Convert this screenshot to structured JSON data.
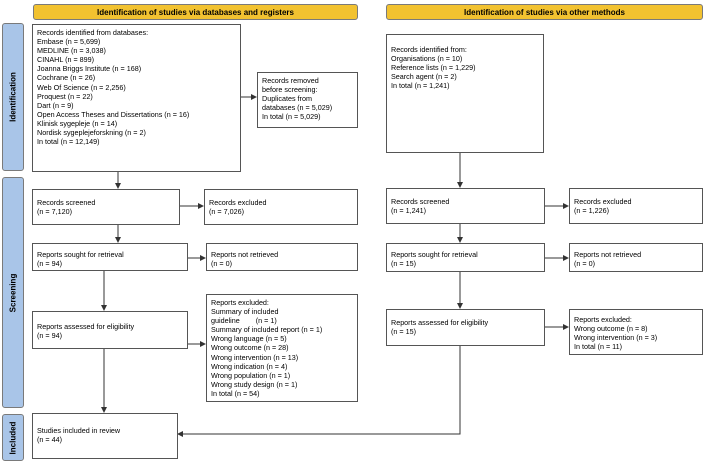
{
  "headers": {
    "left": "Identification of studies via databases and registers",
    "right": "Identification of studies via other methods"
  },
  "phases": {
    "identification": "Identification",
    "screening": "Screening",
    "included": "Included"
  },
  "left": {
    "identified": {
      "title": "Records identified from databases:",
      "lines": [
        "Embase (n = 5,699)",
        "MEDLINE (n = 3,038)",
        "CINAHL (n = 899)",
        "Joanna Briggs Institute (n = 168)",
        "Cochrane (n = 26)",
        "Web Of Science (n = 2,256)",
        "Proquest (n = 22)",
        "Dart (n = 9)",
        "Open Access Theses and Dissertations (n = 16)",
        "Klinisk sygepleje (n = 14)",
        "Nordisk sygeplejeforskning (n = 2)",
        "In total (n = 12,149)"
      ]
    },
    "removed": {
      "lines": [
        "Records removed",
        "before screening:",
        "Duplicates from",
        "databases (n = 5,029)",
        "In total (n = 5,029)"
      ]
    },
    "screened": {
      "lines": [
        "Records screened",
        "(n = 7,120)"
      ]
    },
    "excluded": {
      "lines": [
        "Records excluded",
        "(n = 7,026)"
      ]
    },
    "sought": {
      "lines": [
        "Reports sought for retrieval",
        "(n = 94)"
      ]
    },
    "not_retrieved": {
      "lines": [
        "Reports not retrieved",
        "(n = 0)"
      ]
    },
    "assessed": {
      "lines": [
        "Reports assessed for eligibility",
        "(n = 94)"
      ]
    },
    "reports_excluded": {
      "lines": [
        "Reports excluded:",
        "Summary of included",
        "guideline        (n = 1)",
        "Summary of included report (n = 1)",
        "Wrong language (n = 5)",
        "Wrong outcome (n = 28)",
        "Wrong intervention (n = 13)",
        "Wrong indication (n = 4)",
        "Wrong population (n = 1)",
        "Wrong study design (n = 1)",
        "In total (n = 54)"
      ]
    },
    "included": {
      "lines": [
        "Studies included in review",
        "(n = 44)"
      ]
    }
  },
  "right": {
    "identified": {
      "lines": [
        "Records identified from:",
        "Organisations (n = 10)",
        "Reference lists (n = 1,229)",
        "Search agent (n = 2)",
        "In total (n = 1,241)"
      ]
    },
    "screened": {
      "lines": [
        "Records screened",
        "(n = 1,241)"
      ]
    },
    "excluded": {
      "lines": [
        "Records excluded",
        "(n = 1,226)"
      ]
    },
    "sought": {
      "lines": [
        "Reports sought for retrieval",
        "(n = 15)"
      ]
    },
    "not_retrieved": {
      "lines": [
        "Reports not retrieved",
        "(n = 0)"
      ]
    },
    "assessed": {
      "lines": [
        "Reports assessed for eligibility",
        "(n = 15)"
      ]
    },
    "reports_excluded": {
      "lines": [
        "Reports excluded:",
        "Wrong outcome (n = 8)",
        "Wrong intervention (n = 3)",
        "In total (n = 11)"
      ]
    }
  }
}
